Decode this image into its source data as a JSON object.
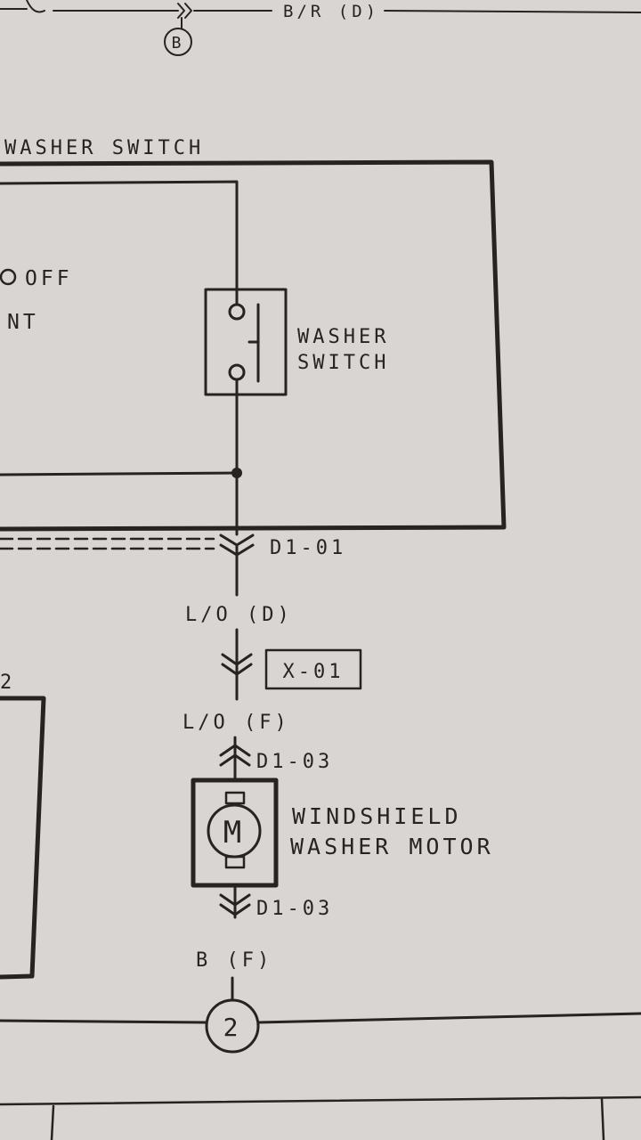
{
  "diagram": {
    "top_wire_label": "B/R (D)",
    "top_connector_ref": "B",
    "section_title": "WASHER SWITCH",
    "switch_pos_off": "OFF",
    "switch_pos_int": "NT",
    "washer_switch_label_1": "WASHER",
    "washer_switch_label_2": "SWITCH",
    "connector_switch_out": "D1-01",
    "wire_1": "L/O (D)",
    "joint_connector": "X-01",
    "wire_2": "L/O (F)",
    "connector_motor_in": "D1-03",
    "motor_symbol": "M",
    "motor_label_1": "WINDSHIELD",
    "motor_label_2": "WASHER MOTOR",
    "connector_motor_out": "D1-03",
    "wire_3": "B (F)",
    "ground_ref": "2",
    "left_box_ref": "2"
  }
}
